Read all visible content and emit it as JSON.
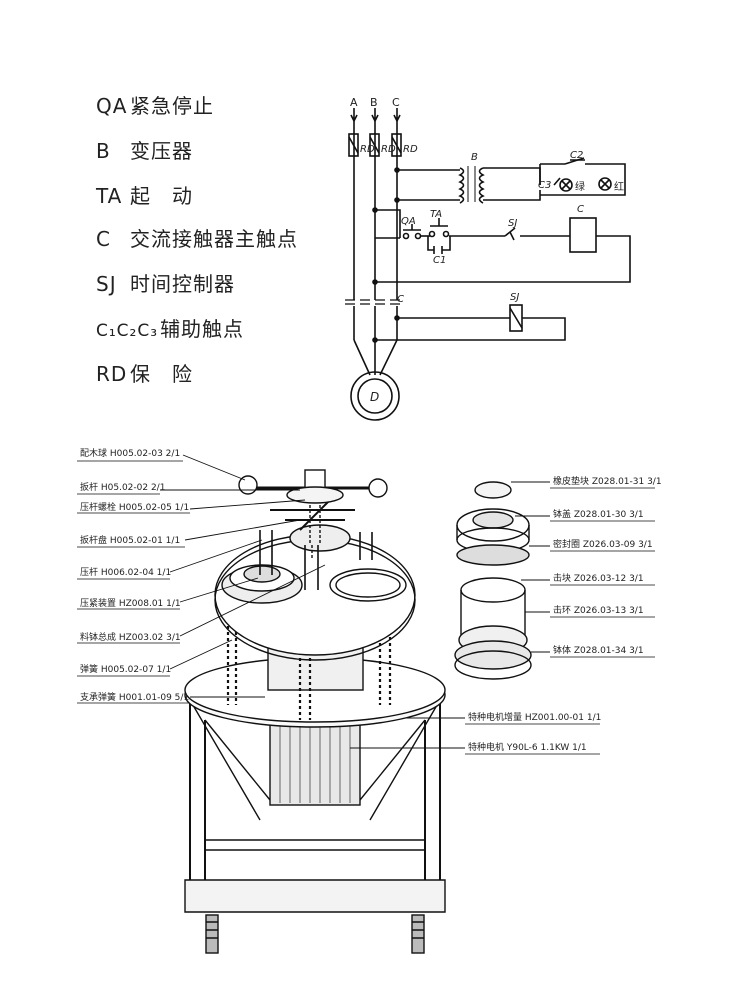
{
  "legend": [
    {
      "code": "QA",
      "desc": "紧急停止"
    },
    {
      "code": "B",
      "desc": "变压器"
    },
    {
      "code": "TA",
      "desc": "起　动"
    },
    {
      "code": "C",
      "desc": "交流接触器主触点"
    },
    {
      "code": "SJ",
      "desc": "时间控制器"
    },
    {
      "code": "C₁C₂C₃",
      "desc": "辅助触点"
    },
    {
      "code": "RD",
      "desc": "保　险"
    }
  ],
  "circuit": {
    "phase_a": "A",
    "phase_b": "B",
    "phase_c": "C",
    "fuse": "RD",
    "transformer": "B",
    "contact_c2": "C2",
    "contact_c3": "C3",
    "lamp_green": "绿",
    "lamp_red": "红",
    "stop": "QA",
    "start": "TA",
    "contact_c1": "C1",
    "timer": "SJ",
    "coil": "C",
    "main_contact": "C",
    "timer_coil": "SJ",
    "motor": "D"
  },
  "parts_left": [
    "配木球 H005.02-03 2/1",
    "扳杆 H05.02-02 2/1",
    "压杆螺栓 H005.02-05 1/1",
    "扳杆盘 H005.02-01 1/1",
    "压杆 H006.02-04 1/1",
    "压紧装置 HZ008.01 1/1",
    "料钵总成 HZ003.02 3/1",
    "弹簧 H005.02-07 1/1",
    "支承弹簧 H001.01-09 5/1"
  ],
  "parts_right": [
    "橡皮垫块 Z028.01-31 3/1",
    "钵盖 Z028.01-30 3/1",
    "密封圈 Z026.03-09 3/1",
    "击块 Z026.03-12 3/1",
    "击环 Z026.03-13 3/1",
    "钵体 Z028.01-34 3/1"
  ],
  "parts_motor": [
    "特种电机增量 HZ001.00-01 1/1",
    "特种电机 Y90L-6 1.1KW 1/1"
  ]
}
